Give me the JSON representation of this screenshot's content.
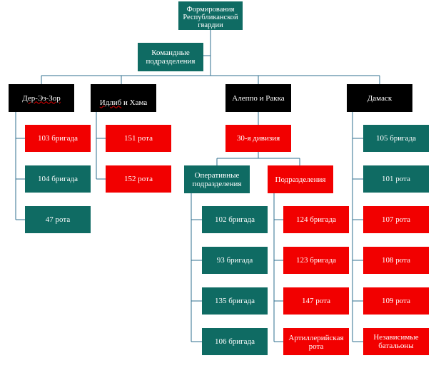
{
  "root": "Формирования Республиканской гвардии",
  "command": "Командные подразделения",
  "regions": {
    "deir": "Дер-Эз-Зор",
    "idlib": "Идлиб и Хама",
    "aleppo": "Алеппо и Ракка",
    "damascus": "Дамаск"
  },
  "deir_units": [
    "103 бригада",
    "104 бригада",
    "47 рота"
  ],
  "idlib_units": [
    "151 рота",
    "152 рота"
  ],
  "aleppo": {
    "division": "30-я дивизия",
    "operational": "Оперативные подразделения",
    "subunits": "Подразделения",
    "operational_units": [
      "102 бригада",
      "93 бригада",
      "135 бригада",
      "106 бригада"
    ],
    "sub_units": [
      "124 бригада",
      "123 бригада",
      "147 рота",
      "Артиллерийская рота"
    ]
  },
  "damascus_units": [
    "105 бригада",
    "101 рота",
    "107 рота",
    "108 рота",
    "109 рота",
    "Независимые батальоны"
  ],
  "colors": {
    "teal": "#0f6b63",
    "red": "#f20000",
    "black": "#000000",
    "connector": "#2f6f8f"
  }
}
